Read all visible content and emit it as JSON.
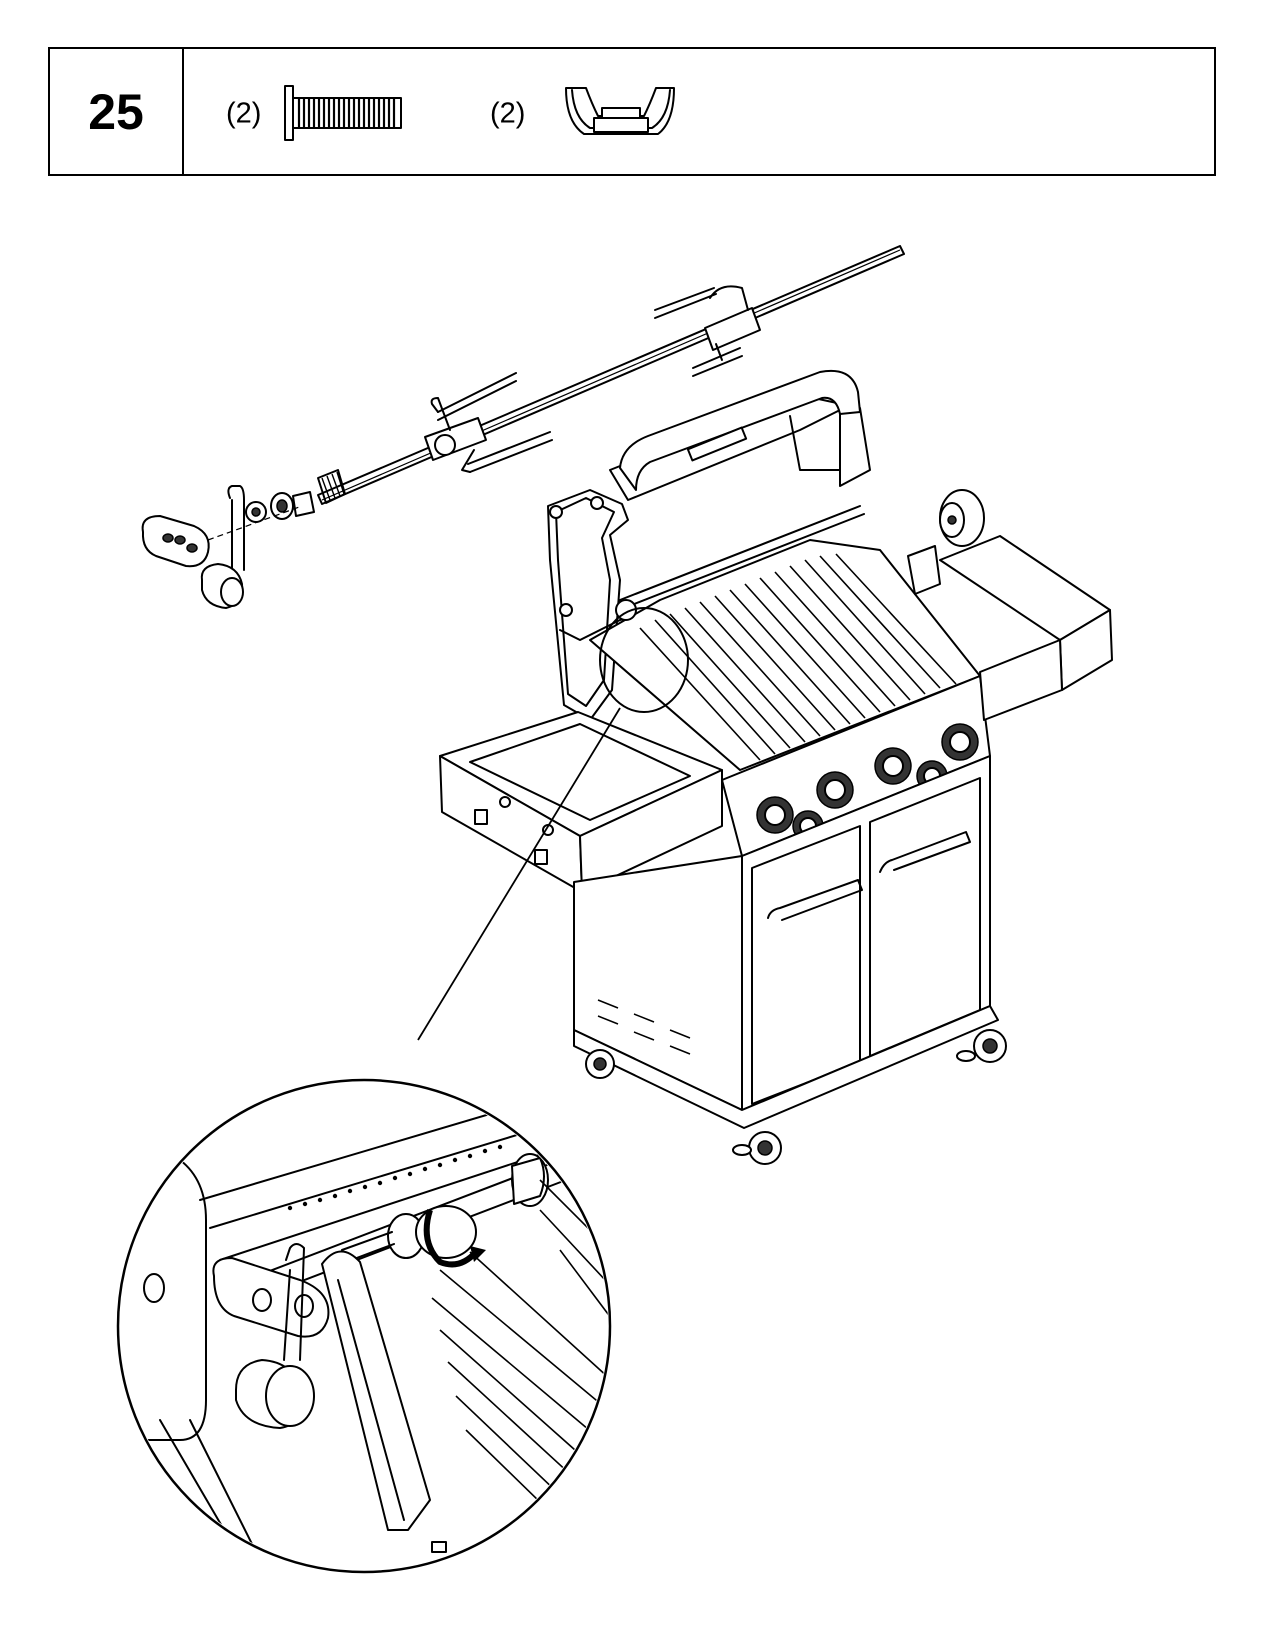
{
  "step": {
    "number": "25"
  },
  "hardware": [
    {
      "quantity": "(2)",
      "icon": "screw-icon"
    },
    {
      "quantity": "(2)",
      "icon": "spit-fork-clip-icon"
    }
  ]
}
